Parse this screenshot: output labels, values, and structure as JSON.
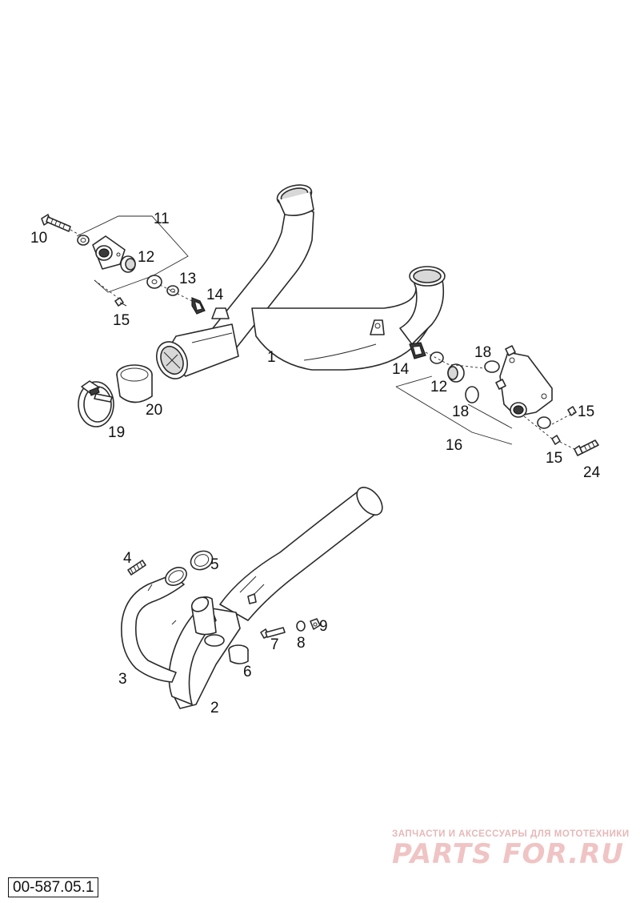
{
  "diagram": {
    "callouts": {
      "c1": "1",
      "c2": "2",
      "c3": "3",
      "c4": "4",
      "c5": "5",
      "c6": "6",
      "c7": "7",
      "c8": "8",
      "c9": "9",
      "c10": "10",
      "c11": "11",
      "c12a": "12",
      "c12b": "12",
      "c13": "13",
      "c14a": "14",
      "c14b": "14",
      "c15a": "15",
      "c15b": "15",
      "c15c": "15",
      "c16": "16",
      "c18a": "18",
      "c18b": "18",
      "c19": "19",
      "c20": "20",
      "c24": "24"
    }
  },
  "drawing_code": "00-587.05.1",
  "watermark": {
    "tagline": "ЗАПЧАСТИ И АКСЕССУАРЫ ДЛЯ МОТОТЕХНИКИ",
    "logo": "PARTS FOR.RU"
  }
}
